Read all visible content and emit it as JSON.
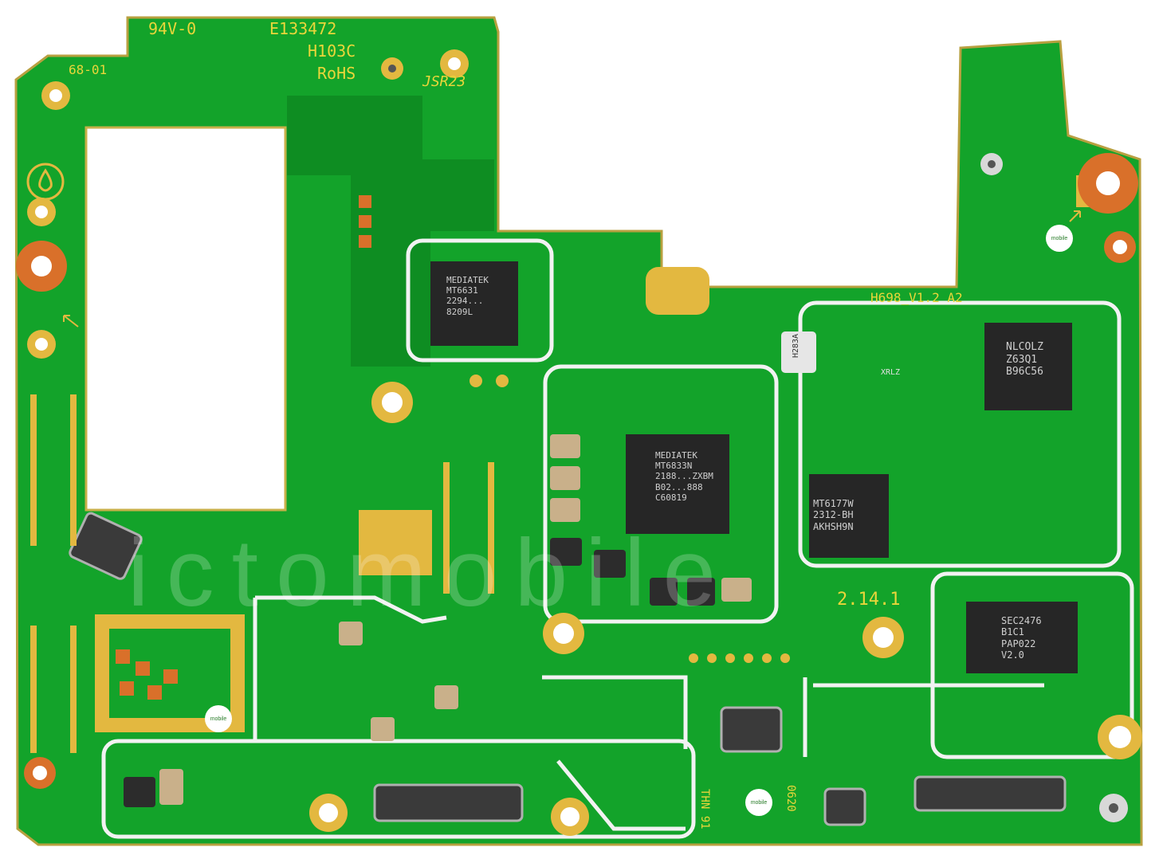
{
  "board": {
    "cert": "94V-0",
    "file_no": "E133472",
    "code": "H103C",
    "rohs": "RoHS",
    "rev_left": "68-01",
    "model": "H698_V1.2 A2",
    "date_mark": "2.14.1",
    "thn": "THN 91",
    "stamp": "0620",
    "signature": "JSR23"
  },
  "chips": {
    "pmic_small": {
      "line1": "MEDIATEK",
      "line2": "MT6631",
      "line3": "2294...",
      "line4": "8209L"
    },
    "soc": {
      "line1": "MEDIATEK",
      "line2": "MT6833N",
      "line3": "2188...ZXBM",
      "line4": "B02...888",
      "line5": "C60819"
    },
    "pmic": {
      "line1": "MT6177W",
      "line2": "2312-BH",
      "line3": "AKHSH9N"
    },
    "rf": {
      "line1": "NLCOLZ",
      "line2": "Z63Q1",
      "line3": "B96C56"
    },
    "memory": {
      "line1": "SEC2476",
      "line2": "B1C1",
      "line3": "PAP022",
      "line4": "V2.0"
    },
    "crystal": "H283A",
    "small1": "XRLZ"
  },
  "watermark": {
    "brand": "ictomobile",
    "badge": "mobile"
  },
  "colors": {
    "board": "#13a32a",
    "board_dark": "#0b7f1e",
    "gold": "#e3b840",
    "copper": "#d9702a",
    "silk": "#f4f4ea",
    "chip": "#262626"
  }
}
